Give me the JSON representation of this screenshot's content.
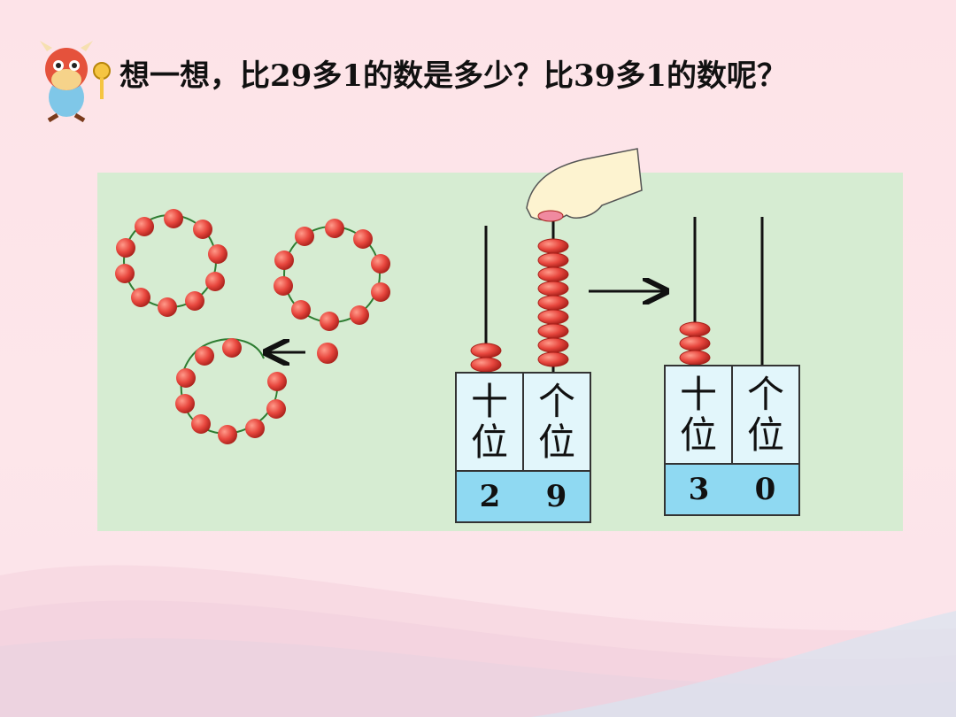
{
  "title": "想一想，比29多1的数是多少？比39多1的数呢？",
  "abacus_before": {
    "tens_label_1": "十",
    "tens_label_2": "位",
    "ones_label_1": "个",
    "ones_label_2": "位",
    "tens_digit": "2",
    "ones_digit": "9"
  },
  "abacus_after": {
    "tens_label_1": "十",
    "tens_label_2": "位",
    "ones_label_1": "个",
    "ones_label_2": "位",
    "tens_digit": "3",
    "ones_digit": "0"
  },
  "colors": {
    "background": "#fde3e8",
    "panel": "#d6ecd2",
    "bead": "#e8473e",
    "digit_row": "#8fd9f2",
    "label_cell": "#e2f6fb"
  }
}
